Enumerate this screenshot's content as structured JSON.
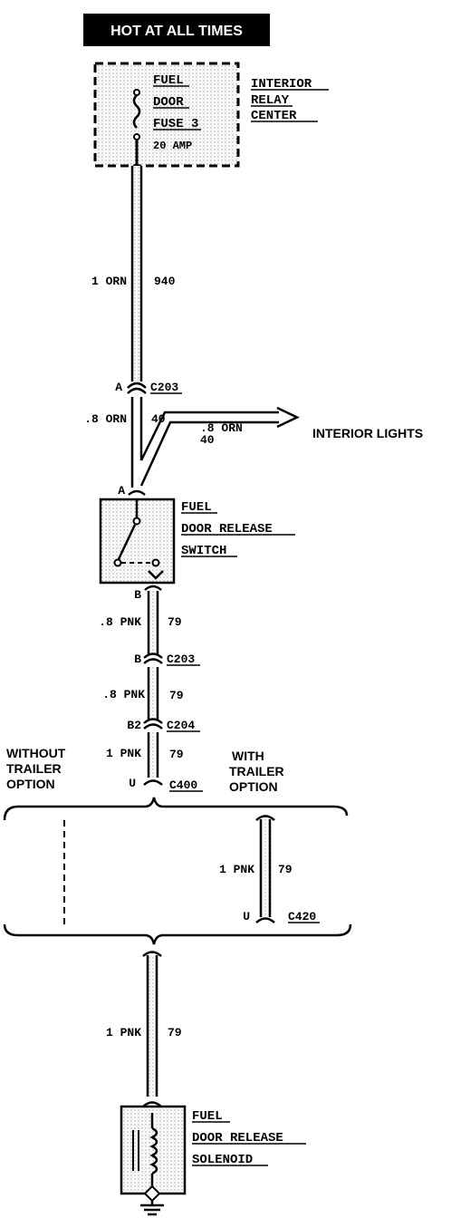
{
  "header": {
    "label": "HOT AT ALL TIMES"
  },
  "relay_center": {
    "fuse_line1": "FUEL",
    "fuse_line2": "DOOR",
    "fuse_line3": "FUSE 3",
    "fuse_rating": "20 AMP",
    "name_line1": "INTERIOR",
    "name_line2": "RELAY",
    "name_line3": "CENTER"
  },
  "wire_940": {
    "gauge_color": "1 ORN",
    "circuit": "940"
  },
  "conn_c203_a": {
    "pin": "A",
    "name": "C203"
  },
  "wire_40_main": {
    "gauge_color": ".8 ORN",
    "circuit": "40"
  },
  "wire_40_branch": {
    "gauge_color": ".8 ORN",
    "circuit": "40",
    "destination": "INTERIOR LIGHTS"
  },
  "switch": {
    "pin_in": "A",
    "pin_out": "B",
    "line1": "FUEL",
    "line2": "DOOR RELEASE",
    "line3": "SWITCH"
  },
  "wire_79_a": {
    "gauge_color": ".8 PNK",
    "circuit": "79"
  },
  "conn_c203_b": {
    "pin": "B",
    "name": "C203"
  },
  "wire_79_b": {
    "gauge_color": ".8 PNK",
    "circuit": "79"
  },
  "conn_c204": {
    "pin": "B2",
    "name": "C204"
  },
  "wire_79_c": {
    "gauge_color": "1 PNK",
    "circuit": "79"
  },
  "conn_c400": {
    "pin": "U",
    "name": "C400"
  },
  "option_without": {
    "line1": "WITHOUT",
    "line2": "TRAILER",
    "line3": "OPTION"
  },
  "option_with": {
    "line1": "WITH",
    "line2": "TRAILER",
    "line3": "OPTION"
  },
  "wire_79_d": {
    "gauge_color": "1 PNK",
    "circuit": "79"
  },
  "conn_c420": {
    "pin": "U",
    "name": "C420"
  },
  "wire_79_e": {
    "gauge_color": "1 PNK",
    "circuit": "79"
  },
  "solenoid": {
    "line1": "FUEL",
    "line2": "DOOR RELEASE",
    "line3": "SOLENOID"
  }
}
